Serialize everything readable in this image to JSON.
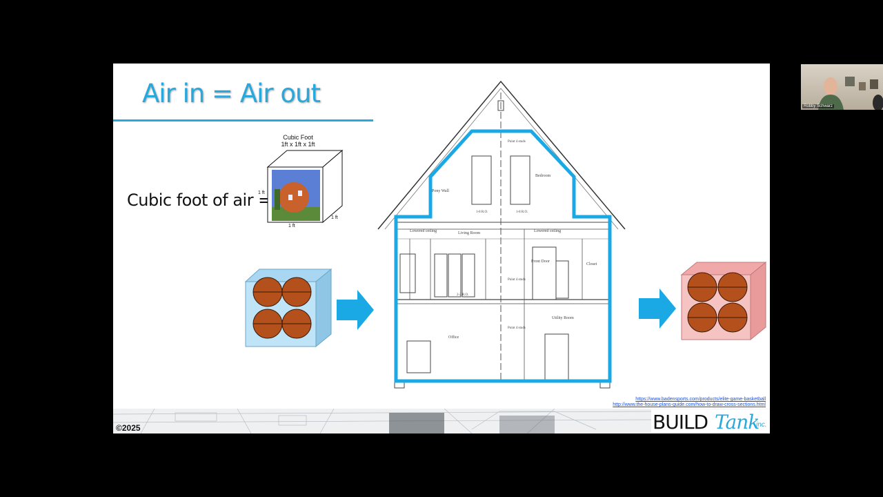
{
  "slide": {
    "title": "Air in = Air out",
    "cube_caption_line1": "Cubic Foot",
    "cube_caption_line2": "1ft x 1ft x 1ft",
    "cube_label": "Cubic foot of air =",
    "dim_height": "1 ft",
    "dim_width": "1 ft",
    "dim_depth": "1 ft",
    "copyright": "©2025",
    "sources": [
      "https://www.badensports.com/products/elite-game-basketball",
      "http://www.the-house-plans-guide.com/how-to-draw-cross-sections.html"
    ],
    "logo": {
      "build": "BUILD",
      "tank": "Tank",
      "inc": "inc."
    },
    "house_labels": {
      "lowered_ceiling_left": "Lowered ceiling",
      "living_room": "Living Room",
      "lowered_ceiling_right": "Lowered ceiling",
      "bedroom": "Bedroom",
      "pony_wall": "Pony Wall",
      "front_door": "Front Door",
      "closet": "Closet",
      "office": "Office",
      "utility_room": "Utility Room",
      "stud_top": "Point 4 studs",
      "stud_mid": "Point 4 studs",
      "stud_low": "Point 4 studs",
      "ro_left": "1-8 R.O.",
      "ro_right": "1-8 R.O.",
      "ro_window": "2-2 R.O."
    }
  },
  "webcam": {
    "name": "Robby Schwarz"
  },
  "colors": {
    "accent": "#29a8dc",
    "blue_cube": "#bfe3f7",
    "red_cube": "#f6c3c3",
    "arrow": "#1aa9e4"
  }
}
